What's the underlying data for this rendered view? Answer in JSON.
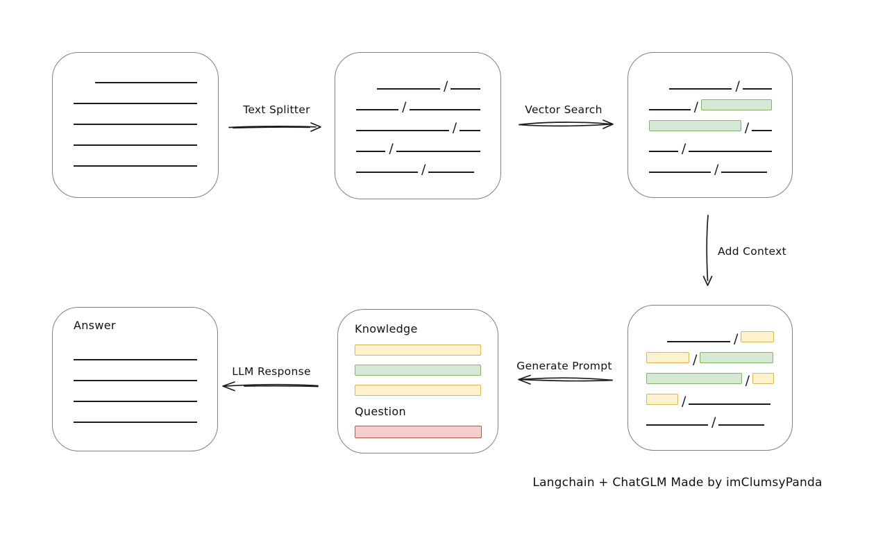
{
  "caption": "Langchain + ChatGLM Made by imClumsyPanda",
  "colors": {
    "line": "#1b1b1b",
    "box_stroke": "#7f7f7f",
    "green_fill": "#d5e8d4",
    "green_stroke": "#82b366",
    "yellow_fill": "#fff2cc",
    "yellow_stroke": "#d6b656",
    "red_fill": "#f8cecc",
    "red_stroke": "#b85450",
    "text": "#111111"
  },
  "arrows": {
    "text_splitter": "Text Splitter",
    "vector_search": "Vector Search",
    "add_context": "Add Context",
    "generate_prompt": "Generate Prompt",
    "llm_response": "LLM Response"
  },
  "boxes": {
    "document": {
      "rows": [
        [
          {
            "t": "indent",
            "w": 31
          },
          {
            "t": "line",
            "w": 149
          }
        ],
        [
          {
            "t": "line",
            "w": 180
          }
        ],
        [
          {
            "t": "line",
            "w": 180
          }
        ],
        [
          {
            "t": "line",
            "w": 180
          }
        ],
        [
          {
            "t": "line",
            "w": 180
          }
        ]
      ]
    },
    "chunks": {
      "rows": [
        [
          {
            "t": "indent",
            "w": 30
          },
          {
            "t": "line",
            "w": 92
          },
          {
            "t": "slash"
          },
          {
            "t": "line",
            "w": 43
          }
        ],
        [
          {
            "t": "line",
            "w": 62
          },
          {
            "t": "slash"
          },
          {
            "t": "line",
            "w": 104
          }
        ],
        [
          {
            "t": "line",
            "w": 139
          },
          {
            "t": "slash"
          },
          {
            "t": "line",
            "w": 31
          }
        ],
        [
          {
            "t": "line",
            "w": 43
          },
          {
            "t": "slash"
          },
          {
            "t": "line",
            "w": 123
          }
        ],
        [
          {
            "t": "line",
            "w": 89
          },
          {
            "t": "slash"
          },
          {
            "t": "line",
            "w": 66
          }
        ]
      ]
    },
    "vector_results": {
      "rows": [
        [
          {
            "t": "indent",
            "w": 30
          },
          {
            "t": "line",
            "w": 92
          },
          {
            "t": "slash"
          },
          {
            "t": "line",
            "w": 43
          }
        ],
        [
          {
            "t": "line",
            "w": 62
          },
          {
            "t": "slash"
          },
          {
            "t": "chip",
            "color": "green",
            "w": 106
          }
        ],
        [
          {
            "t": "chip",
            "color": "green",
            "w": 138
          },
          {
            "t": "slash"
          },
          {
            "t": "line",
            "w": 30
          }
        ],
        [
          {
            "t": "line",
            "w": 43
          },
          {
            "t": "slash"
          },
          {
            "t": "line",
            "w": 123
          }
        ],
        [
          {
            "t": "line",
            "w": 89
          },
          {
            "t": "slash"
          },
          {
            "t": "line",
            "w": 66
          }
        ]
      ]
    },
    "context_chunks": {
      "rows": [
        [
          {
            "t": "indent",
            "w": 30
          },
          {
            "t": "line",
            "w": 92
          },
          {
            "t": "slash"
          },
          {
            "t": "chip",
            "color": "yellow",
            "w": 48
          }
        ],
        [
          {
            "t": "chip",
            "color": "yellow",
            "w": 62
          },
          {
            "t": "slash"
          },
          {
            "t": "chip",
            "color": "green",
            "w": 106
          }
        ],
        [
          {
            "t": "chip",
            "color": "green",
            "w": 138
          },
          {
            "t": "slash"
          },
          {
            "t": "chip",
            "color": "yellow",
            "w": 31
          }
        ],
        [
          {
            "t": "chip",
            "color": "yellow",
            "w": 46
          },
          {
            "t": "slash"
          },
          {
            "t": "line",
            "w": 118
          }
        ],
        [
          {
            "t": "line",
            "w": 89
          },
          {
            "t": "slash"
          },
          {
            "t": "line",
            "w": 66
          }
        ]
      ]
    },
    "prompt": {
      "knowledge_label": "Knowledge",
      "knowledge_chips": [
        {
          "color": "yellow",
          "w": 182
        },
        {
          "color": "green",
          "w": 182
        },
        {
          "color": "yellow",
          "w": 182
        }
      ],
      "question_label": "Question",
      "question_chips": [
        {
          "color": "red",
          "w": 183
        }
      ]
    },
    "answer": {
      "label": "Answer",
      "rows": [
        [
          {
            "t": "line",
            "w": 180
          }
        ],
        [
          {
            "t": "line",
            "w": 180
          }
        ],
        [
          {
            "t": "line",
            "w": 180
          }
        ],
        [
          {
            "t": "line",
            "w": 180
          }
        ]
      ]
    }
  }
}
